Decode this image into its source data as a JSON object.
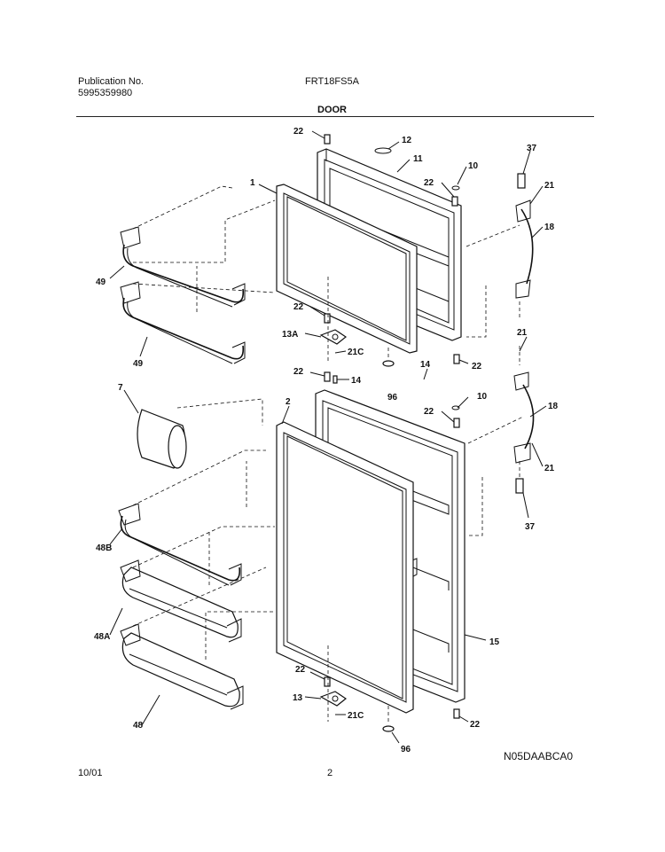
{
  "header": {
    "publication_label": "Publication No.",
    "publication_number": "5995359980",
    "model": "FRT18FS5A",
    "section_title": "DOOR"
  },
  "footer": {
    "date": "10/01",
    "page": "2",
    "diagram_code": "N05DAABCA0"
  },
  "callouts": {
    "c22a": "22",
    "c12": "12",
    "c11": "11",
    "c10a": "10",
    "c22b": "22",
    "c37a": "37",
    "c21a": "21",
    "c18a": "18",
    "c1": "1",
    "c49a": "49",
    "c49b": "49",
    "c22c": "22",
    "c13a": "13A",
    "c21ca": "21C",
    "c96a": "96",
    "c22d": "22",
    "c21b": "21",
    "c22e": "22",
    "c14a": "14",
    "c14b": "14",
    "c10b": "10",
    "c22f": "22",
    "c18b": "18",
    "c7": "7",
    "c2": "2",
    "c21c": "21",
    "c37b": "37",
    "c48b": "48B",
    "c48a": "48A",
    "c15": "15",
    "c48": "48",
    "c22g": "22",
    "c13": "13",
    "c21cb": "21C",
    "c22h": "22",
    "c96b": "96"
  }
}
